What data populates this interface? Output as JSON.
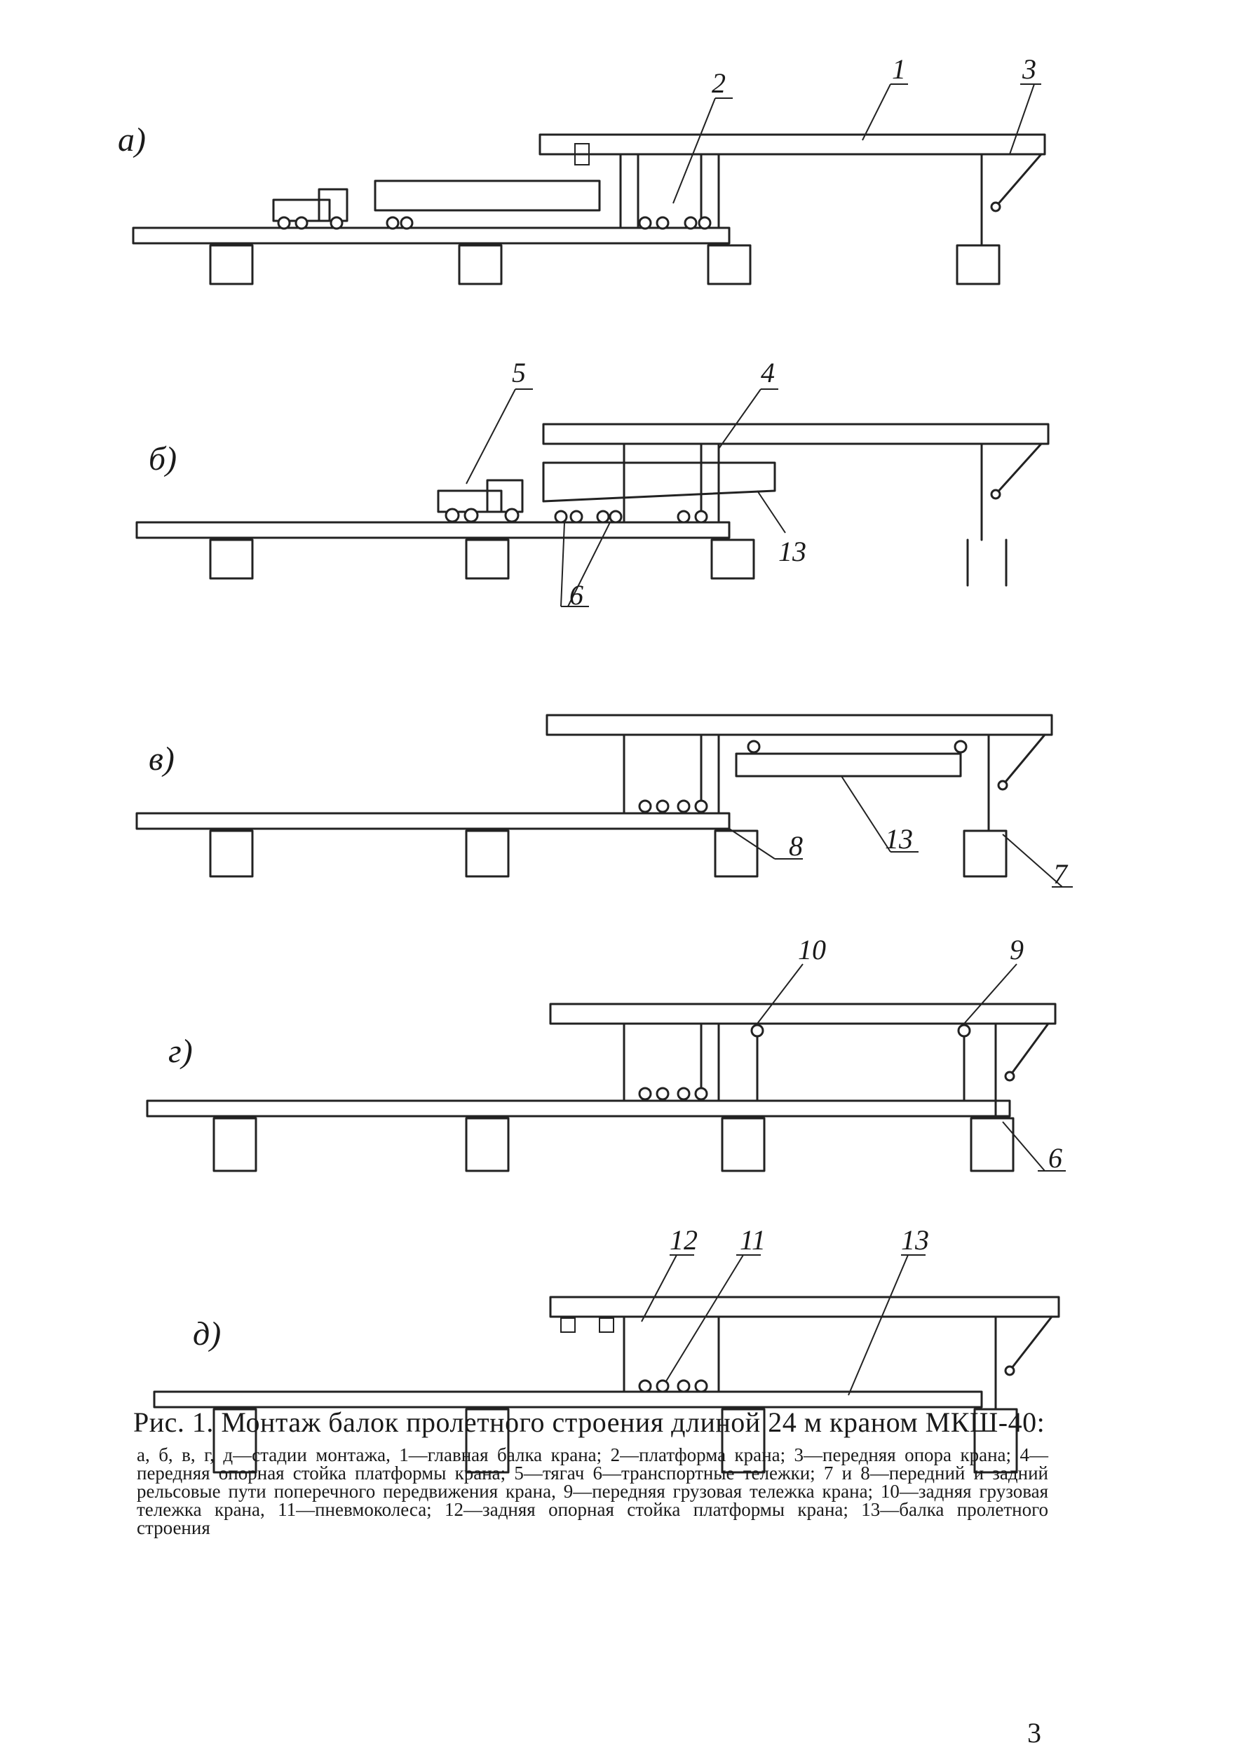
{
  "stages": [
    {
      "letter": "а)",
      "labels": [
        "1",
        "2",
        "3"
      ]
    },
    {
      "letter": "б)",
      "labels": [
        "4",
        "5",
        "6",
        "13"
      ]
    },
    {
      "letter": "в)",
      "labels": [
        "8",
        "13",
        "7"
      ]
    },
    {
      "letter": "г)",
      "labels": [
        "10",
        "9",
        "6"
      ]
    },
    {
      "letter": "д)",
      "labels": [
        "12",
        "11",
        "13"
      ]
    }
  ],
  "caption": {
    "title": "Рис. 1. Монтаж балок пролетного строения длиной 24 м краном МКШ-40:",
    "body": "а, б, в, г, д—стадии монтажа, 1—главная балка крана; 2—платформа крана; 3—передняя опора крана; 4—передняя опорная стойка платформы крана; 5—тягач 6—транспортные тележки; 7 и 8—передний и задний рельсовые пути поперечного передвижения крана, 9—передняя грузовая тележка крана; 10—задняя грузовая тележка крана, 11—пневмоколеса; 12—задняя опорная стойка платформы крана; 13—балка пролетного строения"
  },
  "page_number": "3"
}
